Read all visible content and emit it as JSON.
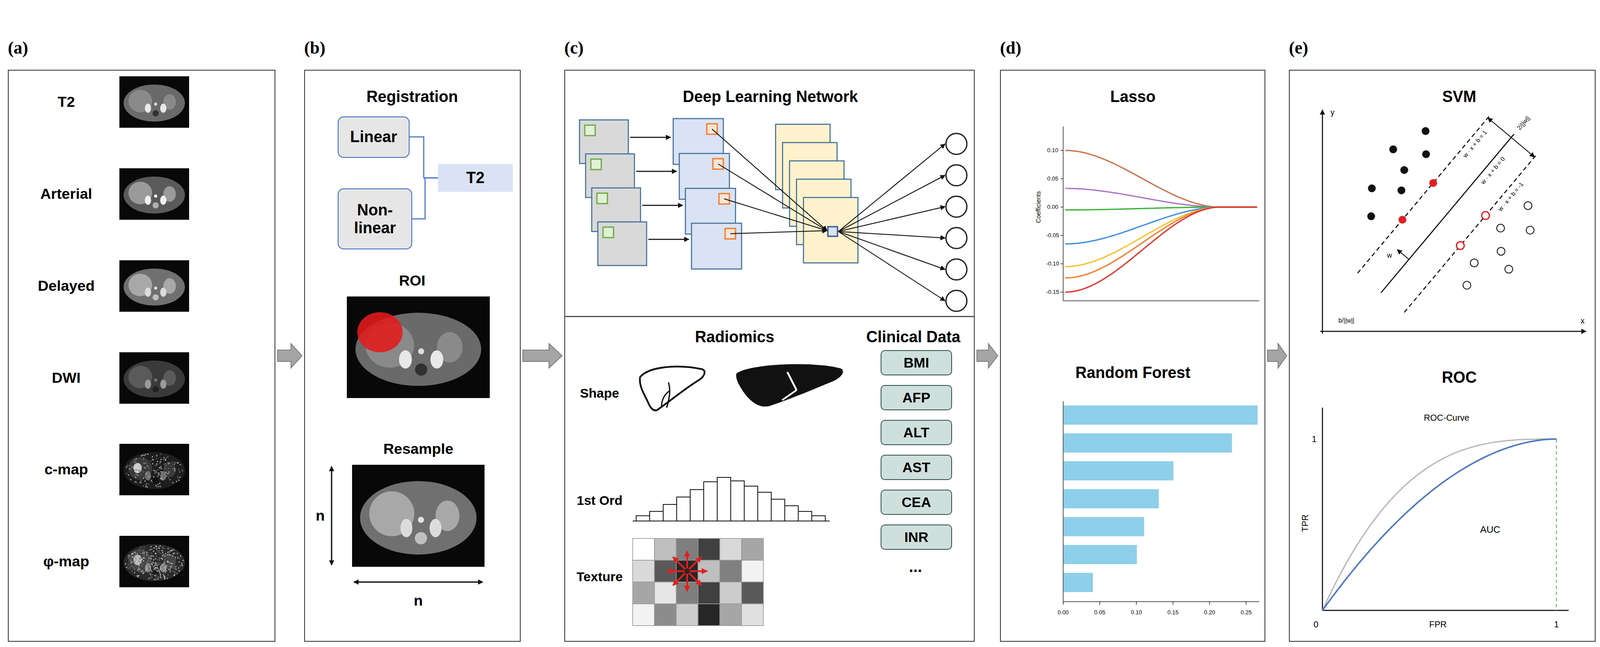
{
  "diagram": {
    "nodes": [
      {
        "text": [
          "(a)"
        ]
      },
      {
        "text": [
          "(b)"
        ]
      },
      {
        "text": [
          "Linear"
        ],
        "in": 1
      },
      {
        "text": [
          "Non-linear"
        ],
        "in": 1
      },
      {
        "text": [
          "T2"
        ],
        "in": 1
      },
      {
        "text": [
          "(c)"
        ]
      },
      {
        "text": [
          "BMI"
        ],
        "in": 5
      },
      {
        "text": [
          "AFP"
        ],
        "in": 5
      },
      {
        "text": [
          "ALT"
        ],
        "in": 5
      },
      {
        "text": [
          "AST"
        ],
        "in": 5
      },
      {
        "text": [
          "CEA"
        ],
        "in": 5
      },
      {
        "text": [
          "INR"
        ],
        "in": 5
      },
      {
        "text": [
          "(d)"
        ]
      },
      {
        "text": [
          "(e)"
        ]
      }
    ],
    "edges": [
      {
        "from": 0,
        "to": 1,
        "arrow": "to"
      },
      {
        "from": 2,
        "to": 4,
        "arrow": "none"
      },
      {
        "from": 3,
        "to": 4,
        "arrow": "none"
      },
      {
        "from": 1,
        "to": 5,
        "arrow": "to"
      },
      {
        "from": 5,
        "to": 12,
        "arrow": "to"
      },
      {
        "from": 12,
        "to": 13,
        "arrow": "to"
      }
    ],
    "labels": [
      "T2",
      "Arterial",
      "Delayed",
      "DWI",
      "c-map",
      "φ-map",
      "Registration",
      "ROI",
      "Resample",
      "n",
      "n",
      "Deep Learning Network",
      "Radiomics",
      "Shape",
      "1st Ord",
      "Texture",
      "Clinical Data",
      "...",
      "Lasso",
      "Coefficients",
      "0.10",
      "0.05",
      "0.00",
      "-0.05",
      "-0.10",
      "-0.15",
      "Random Forest",
      "0.00",
      "0.05",
      "0.10",
      "0.15",
      "0.20",
      "0.25",
      "SVM",
      "y",
      "x",
      "w · x + b = 1",
      "w · x + b = 0",
      "w · x + b = -1",
      "2/||w||",
      "b/||w||",
      "w",
      "ROC",
      "ROC-Curve",
      "TPR",
      "FPR",
      "1",
      "1",
      "0",
      "AUC"
    ]
  }
}
